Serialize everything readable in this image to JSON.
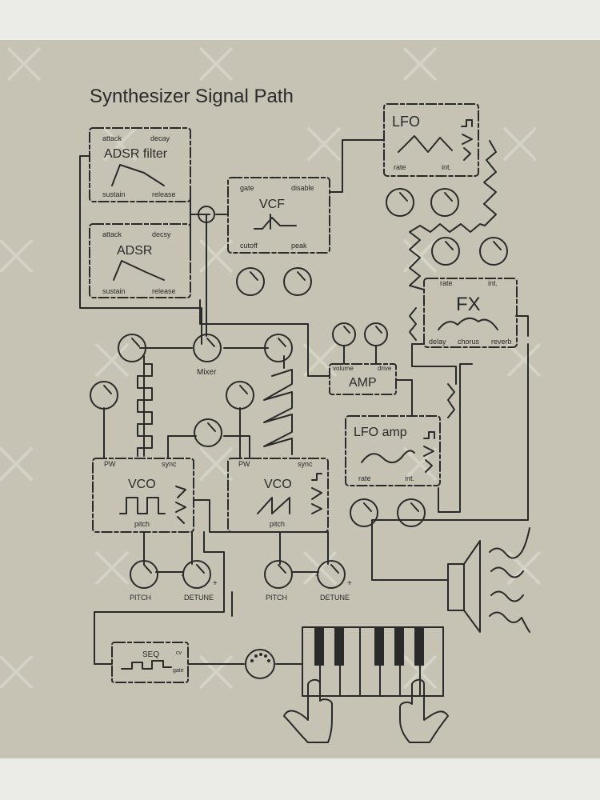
{
  "title": "Synthesizer Signal Path",
  "modules": {
    "adsr_filter": {
      "name": "ADSR filter",
      "attack": "attack",
      "decay": "decay",
      "sustain": "sustain",
      "release": "release"
    },
    "adsr": {
      "name": "ADSR",
      "attack": "attack",
      "decay": "decsy",
      "sustain": "sustain",
      "release": "release"
    },
    "vcf": {
      "name": "VCF",
      "gate": "gate",
      "disable": "disable",
      "cutoff": "cutoff",
      "peak": "peak"
    },
    "lfo": {
      "name": "LFO",
      "rate": "rate",
      "int": "int."
    },
    "fx": {
      "name": "FX",
      "rate": "rate",
      "int": "int.",
      "delay": "delay",
      "chorus": "chorus",
      "reverb": "reverb"
    },
    "mixer": {
      "name": "Mixer"
    },
    "amp": {
      "name": "AMP",
      "volume": "volume",
      "drive": "drive"
    },
    "lfo_amp": {
      "name": "LFO amp",
      "rate": "rate",
      "int": "int."
    },
    "vco1": {
      "name": "VCO",
      "pw": "PW",
      "sync": "sync",
      "pitch": "pitch",
      "pitch_knob": "PITCH",
      "detune_knob": "DETUNE"
    },
    "vco2": {
      "name": "VCO",
      "pw": "PW",
      "sync": "sync",
      "pitch": "pitch",
      "pitch_knob": "PITCH",
      "detune_knob": "DETUNE"
    },
    "seq": {
      "name": "SEQ",
      "cv": "cv",
      "gate": "gate"
    }
  },
  "symbols": {
    "minus": "-",
    "plus": "+"
  },
  "icons": [
    "speaker-icon",
    "midi-connector-icon",
    "keyboard-icon",
    "hand-icon"
  ],
  "colors": {
    "ink": "#2a2a2a",
    "paper": "#c6c3b5",
    "page": "#ebebe8"
  }
}
